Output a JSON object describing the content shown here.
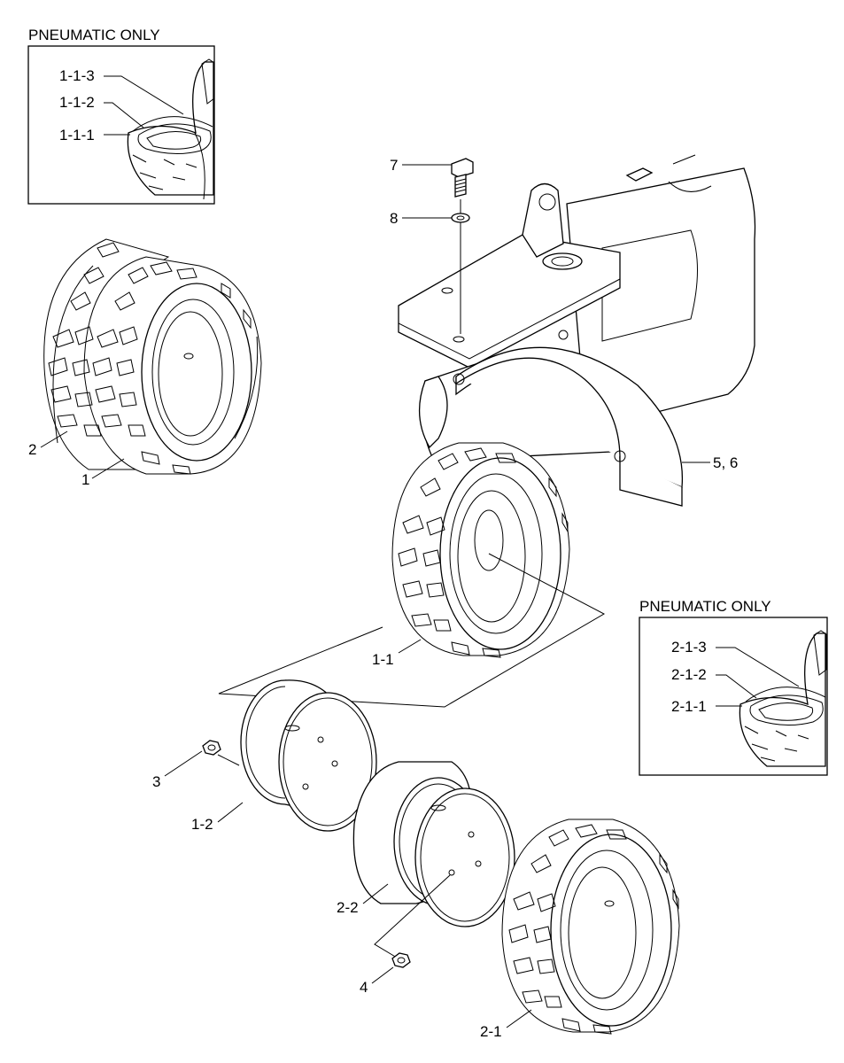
{
  "insets": {
    "left": {
      "title": "PNEUMATIC ONLY",
      "callouts": [
        "1-1-3",
        "1-1-2",
        "1-1-1"
      ]
    },
    "right": {
      "title": "PNEUMATIC ONLY",
      "callouts": [
        "2-1-3",
        "2-1-2",
        "2-1-1"
      ]
    }
  },
  "callouts": {
    "bolt": "7",
    "washer": "8",
    "fender": "5, 6",
    "outer_tire_top": "2",
    "inner_tire_top": "1",
    "tire_center": "1-1",
    "nut_left": "3",
    "rim_left": "1-2",
    "rim_right": "2-2",
    "nut_right": "4",
    "tire_bottom": "2-1"
  }
}
